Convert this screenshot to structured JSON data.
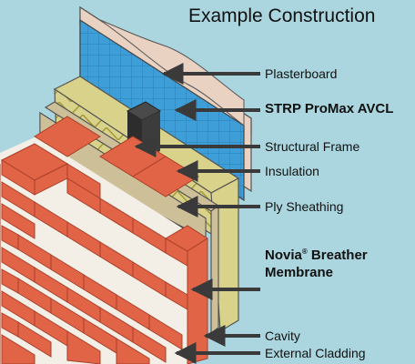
{
  "title": "Example Construction",
  "layers": [
    {
      "label": "Plasterboard",
      "bold": false
    },
    {
      "label": "STRP ProMax AVCL",
      "bold": true
    },
    {
      "label": "Structural Frame",
      "bold": false
    },
    {
      "label": "Insulation",
      "bold": false
    },
    {
      "label": "Ply Sheathing",
      "bold": false
    },
    {
      "label": "Novia",
      "label_mark": "®",
      "label_rest": " Breather",
      "label_line2": "Membrane",
      "bold": true
    },
    {
      "label": "Cavity",
      "bold": false
    },
    {
      "label": "External Cladding",
      "bold": false
    }
  ],
  "colors": {
    "background": "#abd6df",
    "plasterboard": "#e9d2c1",
    "avcl": "#3e9ed8",
    "insulation": "#d9d28a",
    "frame": "#2d2d2d",
    "sheathing": "#cdbf98",
    "membrane": "#2b2b2b",
    "brick": "#e26446",
    "mortar": "#f3eee6",
    "arrow": "#3a3a3a"
  }
}
